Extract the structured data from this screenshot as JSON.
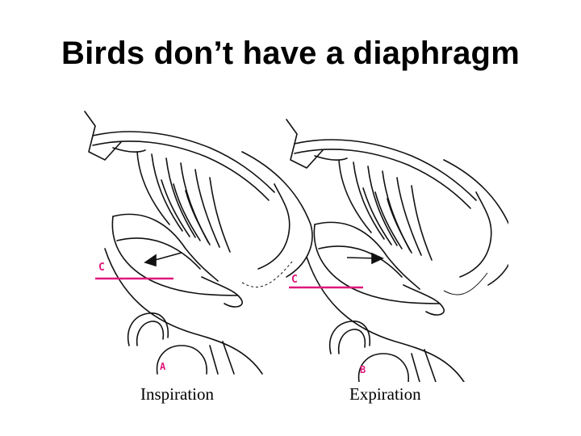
{
  "slide": {
    "title": "Birds don’t have a diaphragm"
  },
  "figure": {
    "left_panel": {
      "caption": "Inspiration",
      "panel_label": "A",
      "marker_label": "C",
      "arrow_direction": "left"
    },
    "right_panel": {
      "caption": "Expiration",
      "panel_label": "B",
      "marker_label": "C",
      "arrow_direction": "right"
    },
    "colors": {
      "marker": "#e0197b",
      "ink": "#111111"
    }
  }
}
